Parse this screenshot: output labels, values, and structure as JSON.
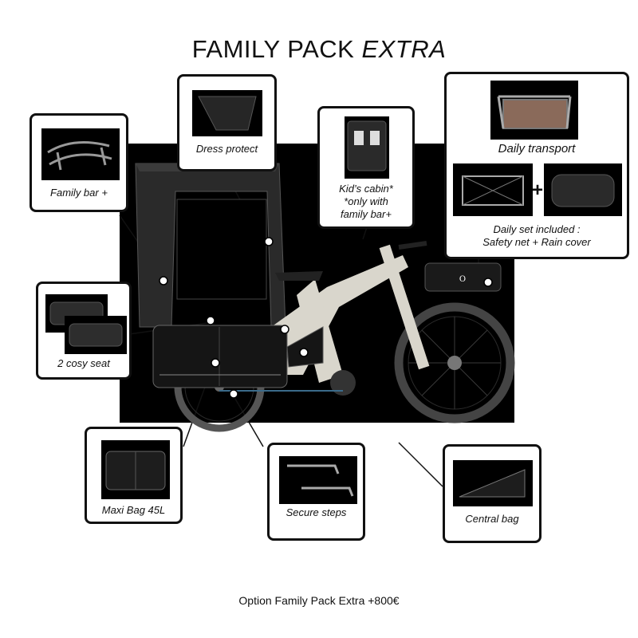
{
  "title": {
    "main": "FAMILY PACK",
    "emphasis": "EXTRA"
  },
  "cards": {
    "family_bar": "Family bar +",
    "dress_protect": "Dress protect",
    "kids_cabin_line1": "Kid’s cabin*",
    "kids_cabin_line2": "*only with",
    "kids_cabin_line3": "family bar+",
    "daily_transport": "Daily transport",
    "daily_set_line1": "Daily set included :",
    "daily_set_line2": "Safety net + Rain cover",
    "cosy_seat": "2 cosy seat",
    "maxi_bag": "Maxi Bag 45L",
    "secure_steps": "Secure steps",
    "central_bag": "Central bag"
  },
  "plus_sign": "+",
  "footer": "Option Family Pack Extra +800€",
  "colors": {
    "frame": "#d9d6cc",
    "background": "#000000",
    "accent": "#ffffff"
  }
}
